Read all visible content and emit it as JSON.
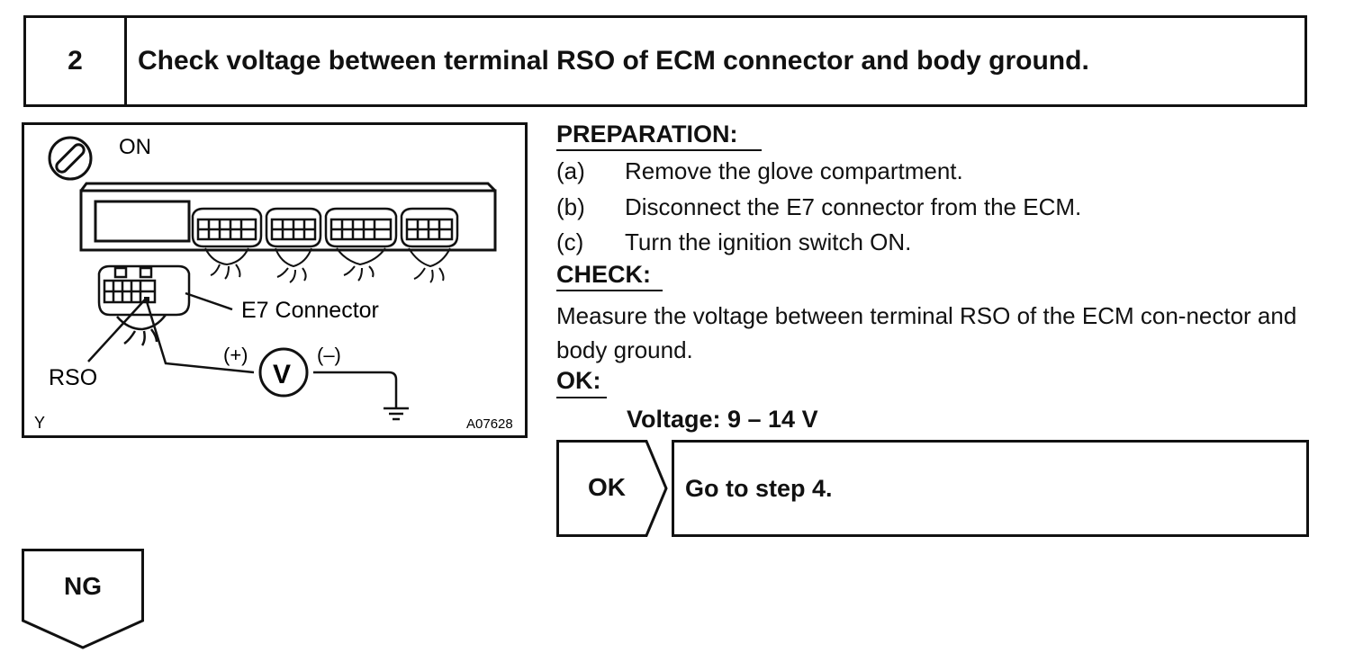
{
  "step": {
    "number": "2",
    "title": "Check voltage between terminal RSO of ECM connector and body ground."
  },
  "illustration": {
    "ign_label": "ON",
    "connector_label": "E7 Connector",
    "terminal_label": "RSO",
    "plus_label": "(+)",
    "minus_label": "(–)",
    "meter_label": "V",
    "corner_label": "Y",
    "figure_id": "A07628"
  },
  "preparation": {
    "heading": "PREPARATION:",
    "steps": [
      {
        "label": "(a)",
        "text": "Remove the glove compartment."
      },
      {
        "label": "(b)",
        "text": "Disconnect the E7 connector from the ECM."
      },
      {
        "label": "(c)",
        "text": "Turn the ignition switch ON."
      }
    ]
  },
  "check": {
    "heading": "CHECK:",
    "text": "Measure the voltage between terminal RSO of the ECM con-nector and body ground."
  },
  "ok": {
    "heading": "OK:",
    "spec": "Voltage: 9 – 14 V"
  },
  "results": {
    "ok_label": "OK",
    "ok_action": "Go to step 4.",
    "ng_label": "NG"
  }
}
